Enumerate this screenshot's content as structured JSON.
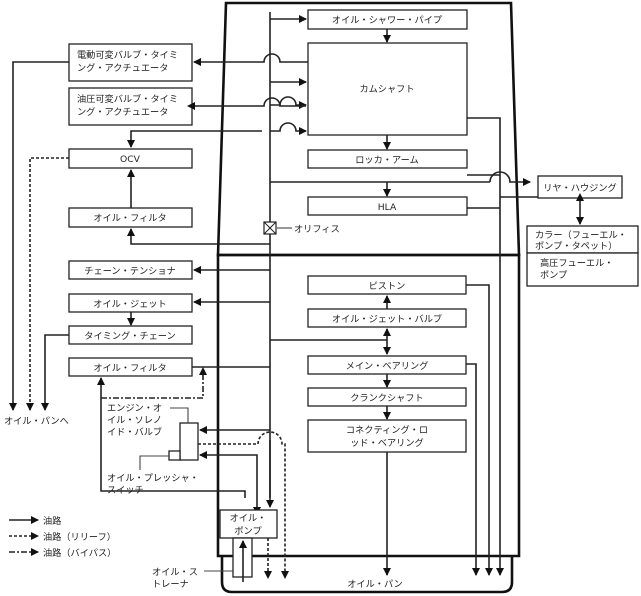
{
  "diagram": {
    "title": "",
    "boxes": {
      "oil_shower_pipe": "オイル・シャワー・パイプ",
      "camshaft": "カムシャフト",
      "rocker_arm": "ロッカ・アーム",
      "hla": "HLA",
      "rear_housing": "リヤ・ハウジング",
      "collar_line1": "カラー（フューエル・",
      "collar_line2": "ポンプ・タペット）",
      "hp_fuel_pump_line1": "高圧フューエル・",
      "hp_fuel_pump_line2": "ポンプ",
      "electric_vvt_line1": "電動可変バルブ・タイミ",
      "electric_vvt_line2": "ング・アクチュエータ",
      "hydraulic_vvt_line1": "油圧可変バルブ・タイミ",
      "hydraulic_vvt_line2": "ング・アクチュエータ",
      "ocv": "OCV",
      "oil_filter_upper": "オイル・フィルタ",
      "chain_tensioner": "チェーン・テンショナ",
      "oil_jet": "オイル・ジェット",
      "timing_chain": "タイミング・チェーン",
      "oil_filter_lower": "オイル・フィルタ",
      "piston": "ピストン",
      "oil_jet_valve": "オイル・ジェット・バルブ",
      "main_bearing": "メイン・ベアリング",
      "crankshaft": "クランクシャフト",
      "conrod_line1": "コネクティング・ロ",
      "conrod_line2": "ッド・ベアリング",
      "oil_pump_line1": "オイル・",
      "oil_pump_line2": "ポンプ"
    },
    "labels": {
      "orifice": "オリフィス",
      "to_oil_pan": "オイル・パンへ",
      "solenoid_line1": "エンジン・オ",
      "solenoid_line2": "イル・ソレノ",
      "solenoid_line3": "イド・バルブ",
      "pressure_switch_line1": "オイル・プレッシャ・",
      "pressure_switch_line2": "スイッチ",
      "strainer_line1": "オイル・ス",
      "strainer_line2": "トレーナ",
      "oil_pan": "オイル・パン"
    },
    "legend": [
      {
        "style": "solid",
        "label": "油路"
      },
      {
        "style": "dotted",
        "label": "油路（リリーフ）"
      },
      {
        "style": "dash-dot",
        "label": "油路（バイパス）"
      }
    ]
  }
}
